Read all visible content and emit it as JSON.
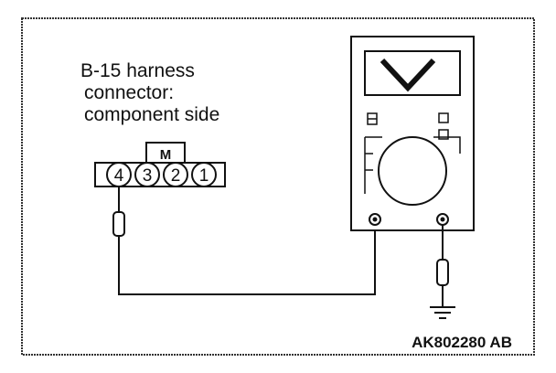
{
  "caption": {
    "line1": "B-15 harness",
    "line2": "connector:",
    "line3": "component side"
  },
  "connector": {
    "key_label": "M",
    "pins": [
      "4",
      "3",
      "2",
      "1"
    ]
  },
  "meter": {
    "display_symbol": "V",
    "display_symbol_icon": "voltage-v-icon"
  },
  "ground_icon": "ground-symbol-icon",
  "figure_code": "AK802280 AB",
  "colors": {
    "line": "#111111",
    "background": "#ffffff",
    "frame": "#333333"
  }
}
